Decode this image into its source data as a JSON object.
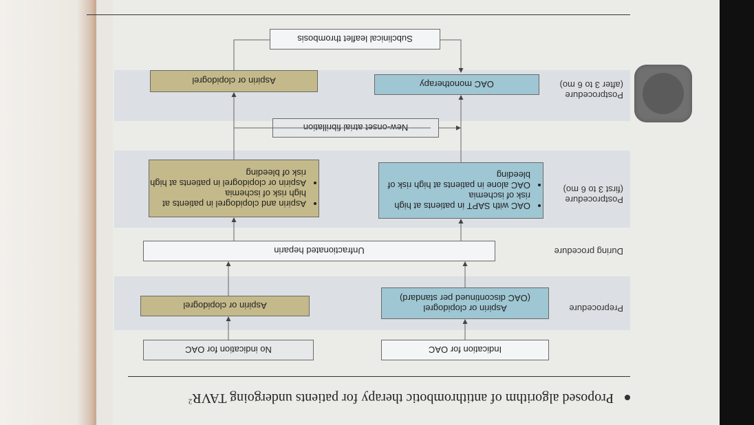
{
  "title": "Proposed algorithm of antithrombotic therapy for patients undergoing TAVR",
  "title_ref": "2",
  "columns": {
    "oac": "Indication for OAC",
    "no_oac": "No indication for OAC"
  },
  "stages": {
    "preprocedure": "Preprocedure",
    "during": "During procedure",
    "post_first": "Postprocedure\n(first 3 to 6 mo)",
    "post_after": "Postprocedure\n(after 3 to 6 mo)"
  },
  "boxes": {
    "pre_oac_line1": "Aspirin or clopidogrel",
    "pre_oac_line2": "(OAC discontinued per standard)",
    "pre_no_oac": "Aspirin or clopidogrel",
    "during_both": "Unfractionated heparin",
    "post1_oac_items": [
      "OAC with SAPT in patients at high risk of ischemia",
      "OAC alone in patients at high risk of bleeding"
    ],
    "post1_no_oac_items": [
      "Aspirin and clopidogrel in patients at high risk of ischemia",
      "Aspirin or clopidogrel in patients at high risk of bleeding"
    ],
    "new_af": "New-onset atrial fibrillation",
    "post2_oac": "OAC monotherapy",
    "post2_no_oac": "Aspirin or clopidogrel",
    "sub_thrombosis": "Subclinical leaflet thrombosis"
  },
  "colors": {
    "oac_fill": "#9fc6d3",
    "no_oac_fill": "#c4b98a",
    "band": "#dcdfe3"
  }
}
